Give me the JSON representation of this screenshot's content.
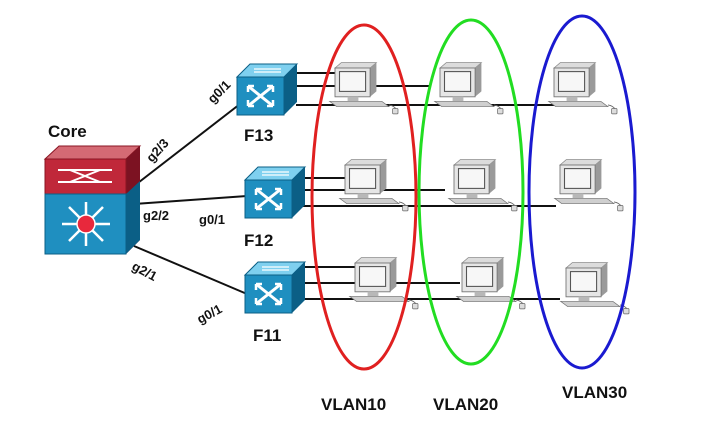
{
  "core": {
    "label": "Core"
  },
  "switches": [
    {
      "name": "F13",
      "uplink_port": "g0/1",
      "core_port": "g2/3"
    },
    {
      "name": "F12",
      "uplink_port": "g0/1",
      "core_port": "g2/2"
    },
    {
      "name": "F11",
      "uplink_port": "g0/1",
      "core_port": "g2/1"
    }
  ],
  "vlans": [
    {
      "name": "VLAN10",
      "color": "#e02020"
    },
    {
      "name": "VLAN20",
      "color": "#22dd22"
    },
    {
      "name": "VLAN30",
      "color": "#1a1ad0"
    }
  ],
  "colors": {
    "switch_blue": "#1f8fc0",
    "switch_dark": "#0b5f86",
    "core_red": "#c0283a"
  }
}
